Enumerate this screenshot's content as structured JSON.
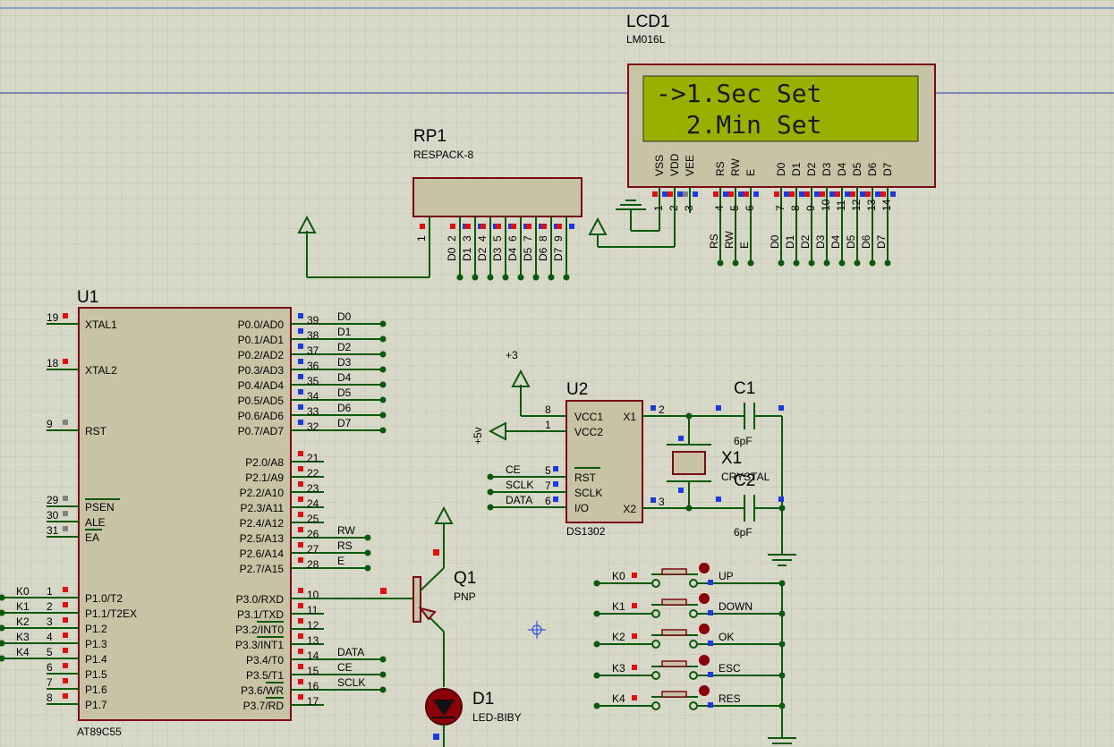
{
  "colors": {
    "background": "#d8d8c8",
    "grid": "#c3c3b2",
    "wire": "#0b5a0b",
    "body_fill": "#c8c3a4",
    "body_stroke": "#7a0a14",
    "lcd_screen": "#98b100",
    "pin_red": "#e01010",
    "pin_blue": "#1a3ae0",
    "pin_grey": "#808080"
  },
  "lcd": {
    "ref": "LCD1",
    "model": "LM016L",
    "line1": "->1.Sec Set",
    "line2": "  2.Min Set",
    "pin_names": [
      "VSS",
      "VDD",
      "VEE",
      "RS",
      "RW",
      "E",
      "D0",
      "D1",
      "D2",
      "D3",
      "D4",
      "D5",
      "D6",
      "D7"
    ],
    "pin_numbers": [
      "1",
      "2",
      "3",
      "4",
      "5",
      "6",
      "7",
      "8",
      "9",
      "10",
      "11",
      "12",
      "13",
      "14"
    ],
    "net_labels": [
      "RS",
      "RW",
      "E",
      "D0",
      "D1",
      "D2",
      "D3",
      "D4",
      "D5",
      "D6",
      "D7"
    ]
  },
  "rp1": {
    "ref": "RP1",
    "model": "RESPACK-8",
    "pin_numbers": [
      "1",
      "2",
      "3",
      "4",
      "5",
      "6",
      "7",
      "8",
      "9"
    ],
    "net_labels": [
      "D0",
      "D1",
      "D2",
      "D3",
      "D4",
      "D5",
      "D6",
      "D7"
    ]
  },
  "u1": {
    "ref": "U1",
    "model": "AT89C55",
    "left_pins": [
      {
        "num": "19",
        "name": "XTAL1"
      },
      {
        "num": "18",
        "name": "XTAL2"
      },
      {
        "num": "9",
        "name": "RST"
      },
      {
        "num": "29",
        "name": "PSEN"
      },
      {
        "num": "30",
        "name": "ALE"
      },
      {
        "num": "31",
        "name": "EA"
      },
      {
        "num": "1",
        "name": "P1.0/T2"
      },
      {
        "num": "2",
        "name": "P1.1/T2EX"
      },
      {
        "num": "3",
        "name": "P1.2"
      },
      {
        "num": "4",
        "name": "P1.3"
      },
      {
        "num": "5",
        "name": "P1.4"
      },
      {
        "num": "6",
        "name": "P1.5"
      },
      {
        "num": "7",
        "name": "P1.6"
      },
      {
        "num": "8",
        "name": "P1.7"
      }
    ],
    "right_pins": [
      {
        "num": "39",
        "name": "P0.0/AD0",
        "net": "D0"
      },
      {
        "num": "38",
        "name": "P0.1/AD1",
        "net": "D1"
      },
      {
        "num": "37",
        "name": "P0.2/AD2",
        "net": "D2"
      },
      {
        "num": "36",
        "name": "P0.3/AD3",
        "net": "D3"
      },
      {
        "num": "35",
        "name": "P0.4/AD4",
        "net": "D4"
      },
      {
        "num": "34",
        "name": "P0.5/AD5",
        "net": "D5"
      },
      {
        "num": "33",
        "name": "P0.6/AD6",
        "net": "D6"
      },
      {
        "num": "32",
        "name": "P0.7/AD7",
        "net": "D7"
      },
      {
        "num": "21",
        "name": "P2.0/A8",
        "net": ""
      },
      {
        "num": "22",
        "name": "P2.1/A9",
        "net": ""
      },
      {
        "num": "23",
        "name": "P2.2/A10",
        "net": ""
      },
      {
        "num": "24",
        "name": "P2.3/A11",
        "net": ""
      },
      {
        "num": "25",
        "name": "P2.4/A12",
        "net": ""
      },
      {
        "num": "26",
        "name": "P2.5/A13",
        "net": "RW"
      },
      {
        "num": "27",
        "name": "P2.6/A14",
        "net": "RS"
      },
      {
        "num": "28",
        "name": "P2.7/A15",
        "net": "E"
      },
      {
        "num": "10",
        "name": "P3.0/RXD",
        "net": ""
      },
      {
        "num": "11",
        "name": "P3.1/TXD",
        "net": ""
      },
      {
        "num": "12",
        "name": "P3.2/INT0",
        "net": ""
      },
      {
        "num": "13",
        "name": "P3.3/INT1",
        "net": ""
      },
      {
        "num": "14",
        "name": "P3.4/T0",
        "net": "DATA"
      },
      {
        "num": "15",
        "name": "P3.5/T1",
        "net": "CE"
      },
      {
        "num": "16",
        "name": "P3.6/WR",
        "net": "SCLK"
      },
      {
        "num": "17",
        "name": "P3.7/RD",
        "net": ""
      }
    ],
    "key_nets": [
      "K0",
      "K1",
      "K2",
      "K3",
      "K4"
    ]
  },
  "u2": {
    "ref": "U2",
    "model": "DS1302",
    "pins": [
      {
        "num": "8",
        "name": "VCC1"
      },
      {
        "num": "1",
        "name": "VCC2"
      },
      {
        "num": "5",
        "name": "RST"
      },
      {
        "num": "7",
        "name": "SCLK"
      },
      {
        "num": "6",
        "name": "I/O"
      },
      {
        "num": "2",
        "name": "X1"
      },
      {
        "num": "3",
        "name": "X2"
      }
    ],
    "power_3": "+3",
    "power_5": "+5v",
    "nets": [
      "CE",
      "SCLK",
      "DATA"
    ]
  },
  "c1": {
    "ref": "C1",
    "value": "6pF"
  },
  "c2": {
    "ref": "C2",
    "value": "6pF"
  },
  "x1": {
    "ref": "X1",
    "model": "CRYSTAL"
  },
  "q1": {
    "ref": "Q1",
    "model": "PNP"
  },
  "d1": {
    "ref": "D1",
    "model": "LED-BIBY"
  },
  "keys": [
    {
      "net": "K0",
      "label": "UP"
    },
    {
      "net": "K1",
      "label": "DOWN"
    },
    {
      "net": "K2",
      "label": "OK"
    },
    {
      "net": "K3",
      "label": "ESC"
    },
    {
      "net": "K4",
      "label": "RES"
    }
  ]
}
